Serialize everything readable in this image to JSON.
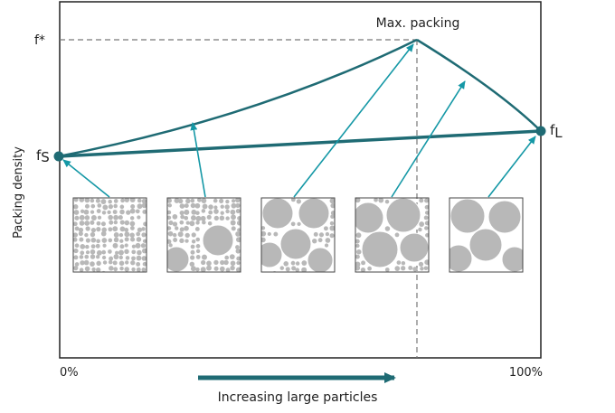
{
  "labels": {
    "max_packing": "Max. packing",
    "f_star": "f*",
    "f_s_main": "f",
    "f_s_sub": "S",
    "f_l_main": "f",
    "f_l_sub": "L",
    "y_axis": "Packing density",
    "x_start": "0%",
    "x_end": "100%",
    "x_axis": "Increasing large particles"
  },
  "colors": {
    "curve": "#1f6b74",
    "arrow": "#1598a6",
    "frame": "#222222",
    "dashed": "#777777",
    "particle": "#b8b8b8"
  },
  "panels": [
    {
      "name": "panel-0-percent"
    },
    {
      "name": "panel-25-percent"
    },
    {
      "name": "panel-50-percent"
    },
    {
      "name": "panel-75-percent"
    },
    {
      "name": "panel-100-percent"
    }
  ]
}
